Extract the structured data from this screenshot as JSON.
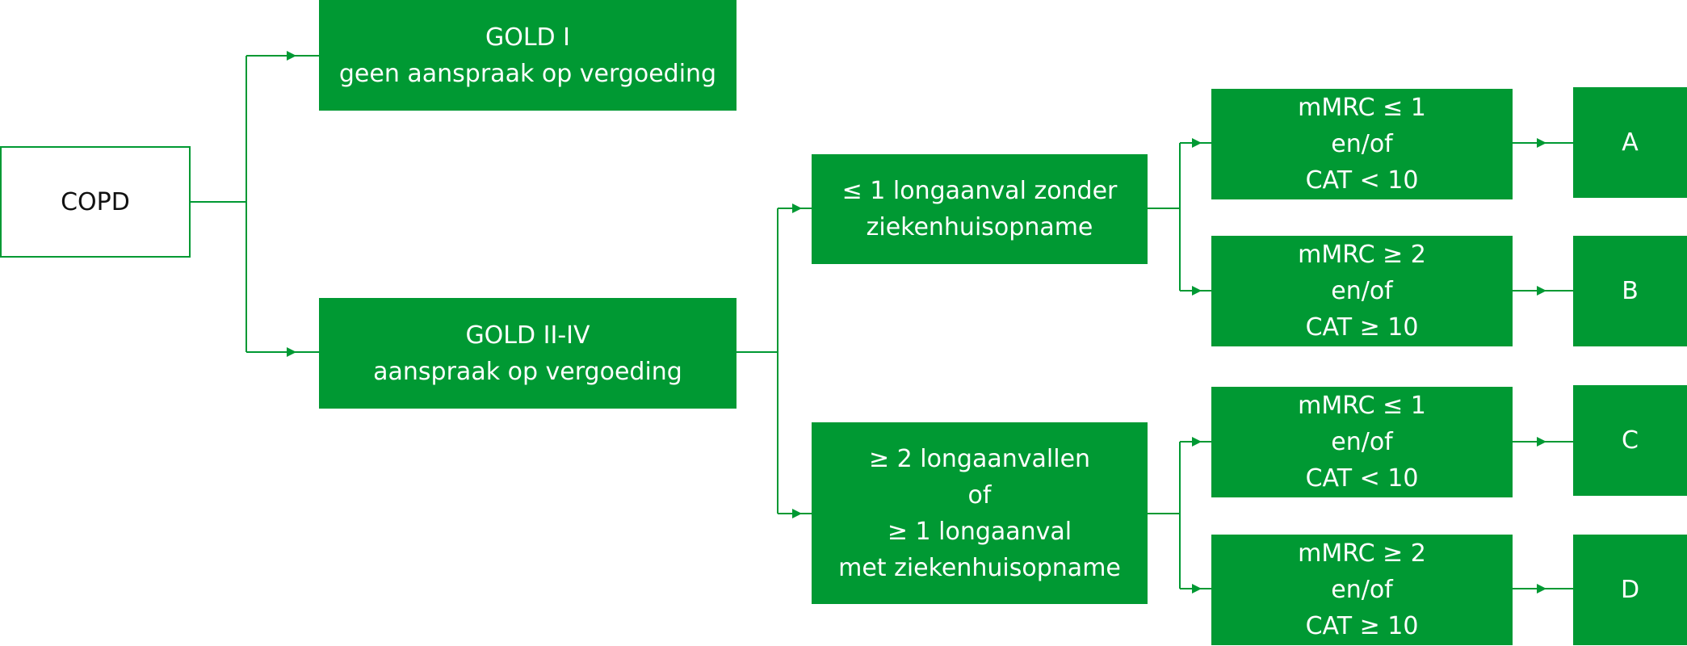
{
  "colors": {
    "accent": "#009933",
    "text_dark": "#111111",
    "text_light": "#ffffff"
  },
  "root": {
    "label": "COPD"
  },
  "gold_i": {
    "lines": [
      "GOLD I",
      "geen aanspraak op vergoeding"
    ]
  },
  "gold_ii_iv": {
    "lines": [
      "GOLD II-IV",
      "aanspraak op vergoeding"
    ]
  },
  "exacerbation_low": {
    "lines": [
      "≤ 1 longaanval zonder",
      "ziekenhuisopname"
    ]
  },
  "exacerbation_high": {
    "lines": [
      "≥ 2 longaanvallen",
      "of",
      "≥ 1 longaanval",
      "met ziekenhuisopname"
    ]
  },
  "criteria": [
    {
      "lines": [
        "mMRC ≤ 1",
        "en/of",
        "CAT < 10"
      ]
    },
    {
      "lines": [
        "mMRC ≥ 2",
        "en/of",
        "CAT ≥ 10"
      ]
    },
    {
      "lines": [
        "mMRC ≤ 1",
        "en/of",
        "CAT < 10"
      ]
    },
    {
      "lines": [
        "mMRC ≥ 2",
        "en/of",
        "CAT ≥ 10"
      ]
    }
  ],
  "groups": [
    {
      "label": "A"
    },
    {
      "label": "B"
    },
    {
      "label": "C"
    },
    {
      "label": "D"
    }
  ]
}
